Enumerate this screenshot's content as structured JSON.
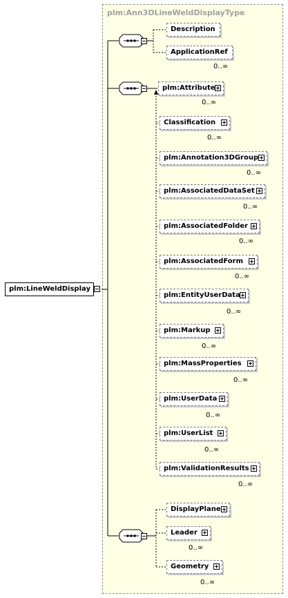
{
  "complex_type": {
    "title": "plm:Ann3DLineWeldDisplayType"
  },
  "root": {
    "label": "plm:LineWeldDisplay"
  },
  "seq1": {
    "nodes": [
      {
        "label": "Description",
        "card": ""
      },
      {
        "label": "ApplicationRef",
        "card": "0..∞"
      }
    ]
  },
  "seq2": {
    "nodes": [
      {
        "label": "plm:Attribute",
        "card": "0..∞"
      },
      {
        "label": "Classification",
        "card": "0..∞"
      },
      {
        "label": "plm:Annotation3DGroup",
        "card": "0..∞"
      },
      {
        "label": "plm:AssociatedDataSet",
        "card": "0..∞"
      },
      {
        "label": "plm:AssociatedFolder",
        "card": "0..∞"
      },
      {
        "label": "plm:AssociatedForm",
        "card": "0..∞"
      },
      {
        "label": "plm:EntityUserData",
        "card": "0..∞"
      },
      {
        "label": "plm:Markup",
        "card": "0..∞"
      },
      {
        "label": "plm:MassProperties",
        "card": "0..∞"
      },
      {
        "label": "plm:UserData",
        "card": "0..∞"
      },
      {
        "label": "plm:UserList",
        "card": "0..∞"
      },
      {
        "label": "plm:ValidationResults",
        "card": "0..∞"
      }
    ]
  },
  "seq3": {
    "nodes": [
      {
        "label": "DisplayPlane",
        "card": ""
      },
      {
        "label": "Leader",
        "card": "0..∞"
      },
      {
        "label": "Geometry",
        "card": "0..∞"
      }
    ]
  }
}
